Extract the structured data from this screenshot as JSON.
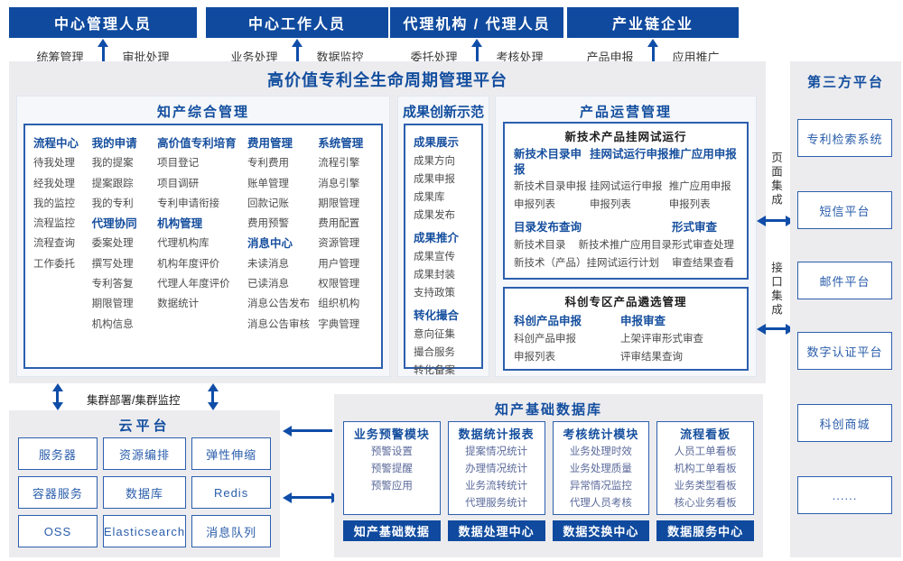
{
  "palette": {
    "header_blue": "#0f4a9e",
    "accent_text_blue": "#164f9e",
    "border_blue": "#2c5fae",
    "arrow_blue": "#0f4da8",
    "panel_gray": "#ececef",
    "item_gray": "#4d4d4d",
    "db_item_blue_gray": "#5b6a9b"
  },
  "actors": [
    {
      "title": "中心管理人员",
      "left": "统筹管理",
      "right": "审批处理"
    },
    {
      "title": "中心工作人员",
      "left": "业务处理",
      "right": "数据监控"
    },
    {
      "title": "代理机构 / 代理人员",
      "left": "委托处理",
      "right": "考核处理"
    },
    {
      "title": "产业链企业",
      "left": "产品申报",
      "right": "应用推广"
    }
  ],
  "platform_title": "高价值专利全生命周期管理平台",
  "ip_mgmt": {
    "title": "知产综合管理",
    "col1": {
      "h1": "流程中心",
      "items1": [
        "待我处理",
        "经我处理",
        "我的监控",
        "流程监控",
        "流程查询",
        "工作委托"
      ]
    },
    "col2": {
      "h1": "我的申请",
      "items1": [
        "我的提案",
        "提案跟踪",
        "我的专利"
      ],
      "h2": "代理协同",
      "items2": [
        "委案处理",
        "撰写处理",
        "专利答复",
        "期限管理",
        "机构信息"
      ]
    },
    "col3": {
      "h1": "高价值专利培育",
      "items1": [
        "项目登记",
        "项目调研",
        "专利申请衔接"
      ],
      "h2": "机构管理",
      "items2": [
        "代理机构库",
        "机构年度评价",
        "代理人年度评价",
        "数据统计"
      ]
    },
    "col4": {
      "h1": "费用管理",
      "items1": [
        "专利费用",
        "账单管理",
        "回款记账",
        "费用预警"
      ],
      "h2": "消息中心",
      "items2": [
        "未读消息",
        "已读消息",
        "消息公告发布",
        "消息公告审核"
      ]
    },
    "col5": {
      "h1": "系统管理",
      "items1": [
        "流程引擎",
        "消息引擎",
        "期限管理",
        "费用配置",
        "资源管理",
        "用户管理",
        "权限管理",
        "组织机构",
        "字典管理"
      ]
    }
  },
  "achievement": {
    "title": "成果创新示范",
    "g1": {
      "h": "成果展示",
      "items": [
        "成果方向",
        "成果申报",
        "成果库",
        "成果发布"
      ]
    },
    "g2": {
      "h": "成果推介",
      "items": [
        "成果宣传",
        "成果封装",
        "支持政策"
      ]
    },
    "g3": {
      "h": "转化撮合",
      "items": [
        "意向征集",
        "撮合服务",
        "转化备案"
      ]
    }
  },
  "product_ops": {
    "title": "产品运营管理",
    "box1": {
      "title": "新技术产品挂网试运行",
      "c1": {
        "h": "新技术目录申报",
        "items": [
          "新技术目录申报",
          "申报列表"
        ]
      },
      "c2": {
        "h": "挂网试运行申报",
        "items": [
          "挂网试运行申报",
          "申报列表"
        ]
      },
      "c3": {
        "h": "推广应用申报",
        "items": [
          "推广应用申报",
          "申报列表"
        ]
      },
      "g1": {
        "h": "目录发布查询",
        "row1a": "新技术目录",
        "row1b": "新技术推广应用目录",
        "row2": "新技术（产品）挂网试运行计划"
      },
      "g2": {
        "h": "形式审查",
        "items": [
          "形式审查处理",
          "审查结果查看"
        ]
      }
    },
    "box2": {
      "title": "科创专区产品遴选管理",
      "c1": {
        "h": "科创产品申报",
        "items": [
          "科创产品申报",
          "申报列表"
        ]
      },
      "c2": {
        "h": "申报审查",
        "items": [
          "上架评审形式审查",
          "评审结果查询"
        ]
      }
    }
  },
  "integration": {
    "page": "页面集成",
    "api": "接口集成"
  },
  "third_party": {
    "title": "第三方平台",
    "boxes": [
      "专利检索系统",
      "短信平台",
      "邮件平台",
      "数字认证平台",
      "科创商城",
      "......"
    ]
  },
  "cluster_label": "集群部署/集群监控",
  "cloud": {
    "title": "云平台",
    "boxes": [
      "服务器",
      "资源编排",
      "弹性伸缩",
      "容器服务",
      "数据库",
      "Redis",
      "OSS",
      "Elasticsearch",
      "消息队列"
    ]
  },
  "ip_db": {
    "title": "知产基础数据库",
    "cols": [
      {
        "h": "业务预警模块",
        "items": [
          "预警设置",
          "预警提醒",
          "预警应用"
        ],
        "footer": "知产基础数据"
      },
      {
        "h": "数据统计报表",
        "items": [
          "提案情况统计",
          "办理情况统计",
          "业务流转统计",
          "代理服务统计"
        ],
        "footer": "数据处理中心"
      },
      {
        "h": "考核统计模块",
        "items": [
          "业务处理时效",
          "业务处理质量",
          "异常情况监控",
          "代理人员考核"
        ],
        "footer": "数据交换中心"
      },
      {
        "h": "流程看板",
        "items": [
          "人员工单看板",
          "机构工单看板",
          "业务类型看板",
          "核心业务看板"
        ],
        "footer": "数据服务中心"
      }
    ]
  }
}
